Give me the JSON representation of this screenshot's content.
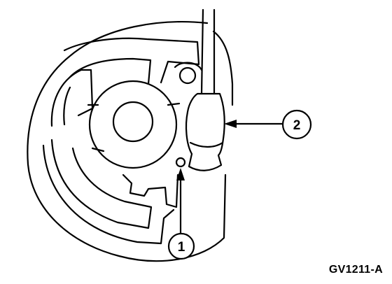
{
  "callouts": [
    {
      "number": "1"
    },
    {
      "number": "2"
    }
  ],
  "figure_code": "GV1211-A",
  "colors": {
    "line": "#000000",
    "background": "#ffffff"
  }
}
